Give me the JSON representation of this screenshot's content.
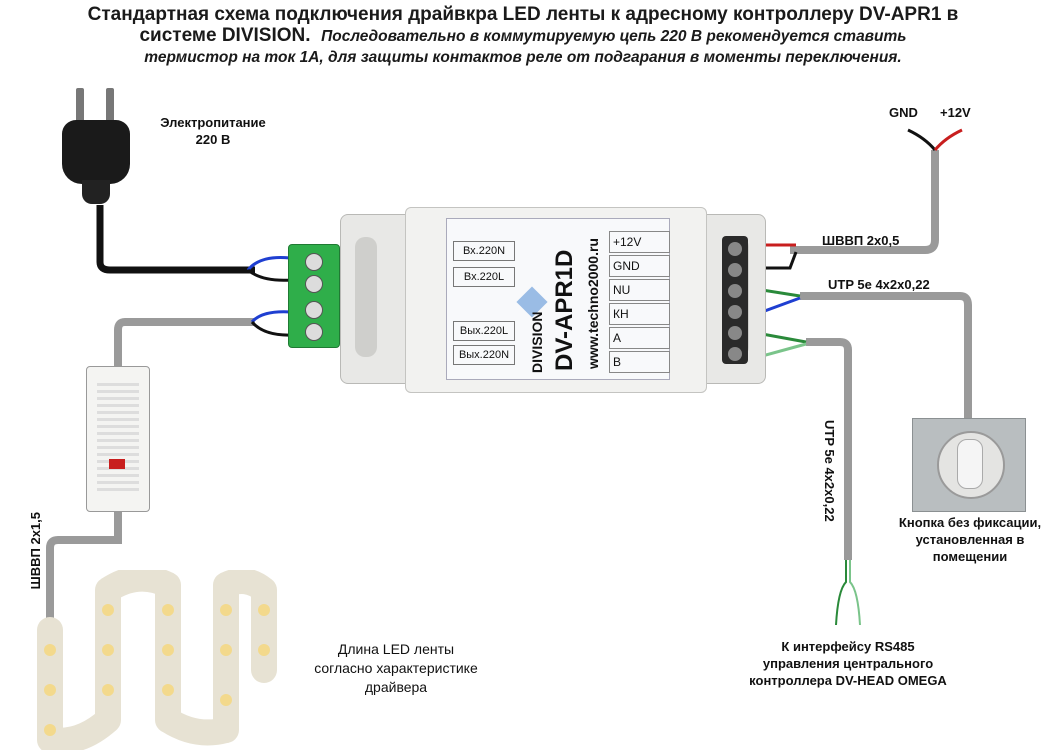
{
  "title": {
    "line1": "Стандартная схема подключения драйвкра LED ленты к адресному контроллеру DV-APR1 в",
    "line2_bold": "системе DIVISION.",
    "line2_italic": "Последовательно в коммутируемую цепь 220 В рекомендуется ставить",
    "line3": "термистор на ток 1А, для защиты контактов реле от подгарания в моменты переключения."
  },
  "power": {
    "line1": "Электропитание",
    "line2": "220 В"
  },
  "device": {
    "brand": "DIVISION",
    "model": "DV-APR1D",
    "url": "www.techno2000.ru",
    "left_terminals": [
      "Вх.220N",
      "Вх.220L",
      "Вых.220L",
      "Вых.220N"
    ],
    "right_terminals": [
      "+12V",
      "GND",
      "NU",
      "КН",
      "A",
      "B"
    ]
  },
  "cables": {
    "shvvp_top": "ШВВП 2х0,5",
    "utp_right": "UTP 5e 4х2х0,22",
    "utp_vertical": "UTP 5e 4х2х0,22",
    "shvvp_left": "ШВВП 2х1,5"
  },
  "gnd": "GND",
  "plus12": "+12V",
  "button": {
    "line1": "Кнопка без фиксации,",
    "line2": "установленная в",
    "line3": "помещении"
  },
  "rs485": {
    "line1": "К  интерфейсу RS485",
    "line2": "управления центрального",
    "line3": "контроллера DV-HEAD OMEGA"
  },
  "led": {
    "line1": "Длина LED ленты",
    "line2": "согласно характеристике",
    "line3": "драйвера"
  },
  "colors": {
    "cable_gray": "#9a9a9a",
    "wire_black": "#111111",
    "wire_blue": "#1f3fd1",
    "wire_red": "#c81e1e",
    "wire_green": "#2a8a3a",
    "terminal_green": "#2fae4a"
  }
}
